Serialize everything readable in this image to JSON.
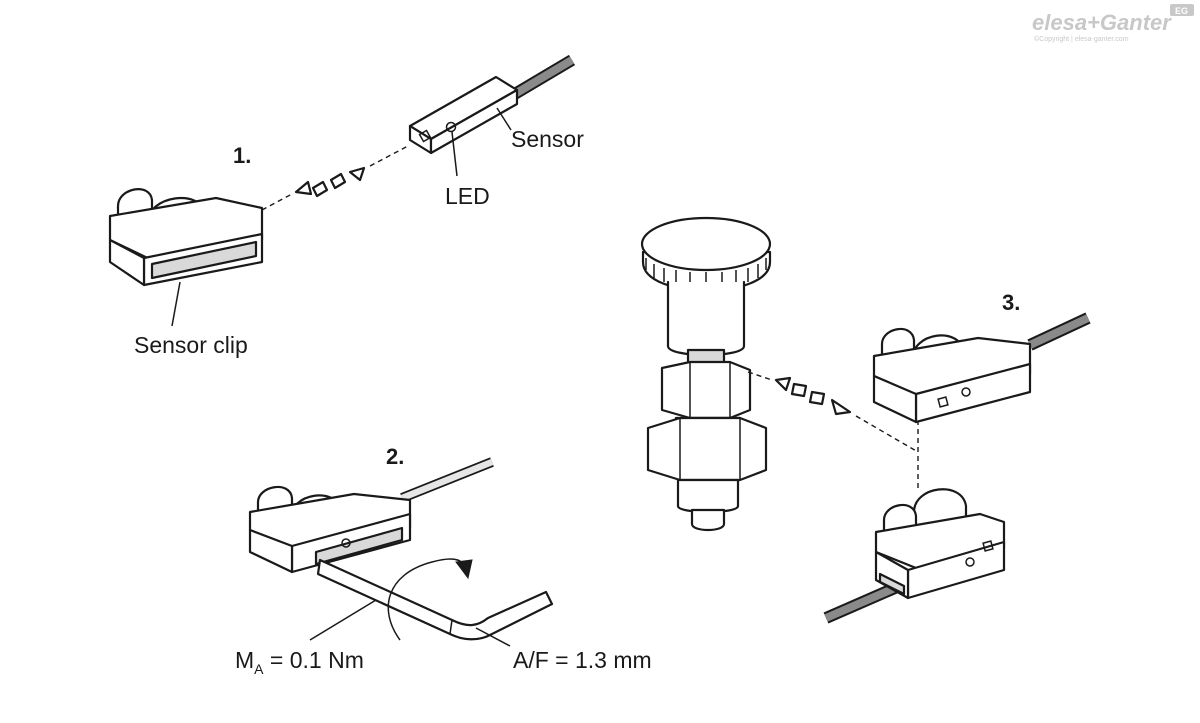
{
  "steps": {
    "one": "1.",
    "two": "2.",
    "three": "3."
  },
  "labels": {
    "sensor": "Sensor",
    "led": "LED",
    "sensor_clip": "Sensor clip",
    "torque_prefix": "M",
    "torque_sub": "A",
    "torque_value": " = 0.1 Nm",
    "across_flats": "A/F = 1.3 mm"
  },
  "logo": {
    "brand": "elesa+Ganter",
    "badge": "EG",
    "copyright": "©Copyright | elesa-ganter.com"
  },
  "colors": {
    "ink": "#1a1a1a",
    "logo_grey": "#c8c8c8",
    "cable_core": "#8a8a8a"
  }
}
